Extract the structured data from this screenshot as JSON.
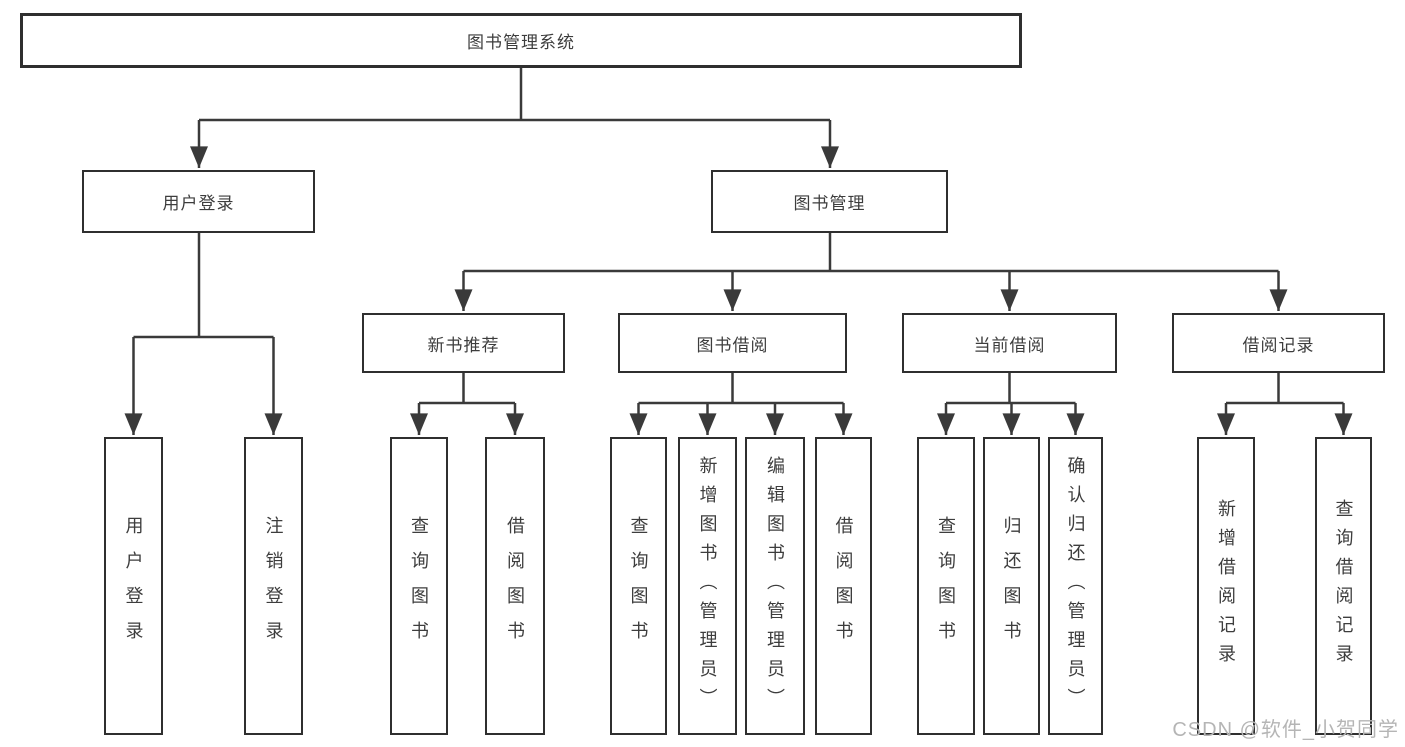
{
  "diagram": {
    "type": "hierarchy-tree",
    "colors": {
      "background": "#ffffff",
      "line": "#3a3a3a",
      "box_border": "#2f2f2f",
      "text": "#3d3d3d",
      "watermark": "#b5b5b5"
    },
    "nodes": {
      "root": "图书管理系统",
      "l2": [
        "用户登录",
        "图书管理"
      ],
      "l3": [
        "新书推荐",
        "图书借阅",
        "当前借阅",
        "借阅记录"
      ],
      "leaves": [
        "用户登录",
        "注销登录",
        "查询图书",
        "借阅图书",
        "查询图书",
        "新增图书（管理员）",
        "编辑图书（管理员）",
        "借阅图书",
        "查询图书",
        "归还图书",
        "确认归还（管理员）",
        "新增借阅记录",
        "查询借阅记录"
      ]
    },
    "structure": {
      "图书管理系统": [
        "用户登录",
        "图书管理"
      ],
      "用户登录": [
        "用户登录",
        "注销登录"
      ],
      "图书管理": [
        "新书推荐",
        "图书借阅",
        "当前借阅",
        "借阅记录"
      ],
      "新书推荐": [
        "查询图书",
        "借阅图书"
      ],
      "图书借阅": [
        "查询图书",
        "新增图书（管理员）",
        "编辑图书（管理员）",
        "借阅图书"
      ],
      "当前借阅": [
        "查询图书",
        "归还图书",
        "确认归还（管理员）"
      ],
      "借阅记录": [
        "新增借阅记录",
        "查询借阅记录"
      ]
    }
  },
  "watermark": {
    "text": "CSDN @软件_小贺同学"
  }
}
